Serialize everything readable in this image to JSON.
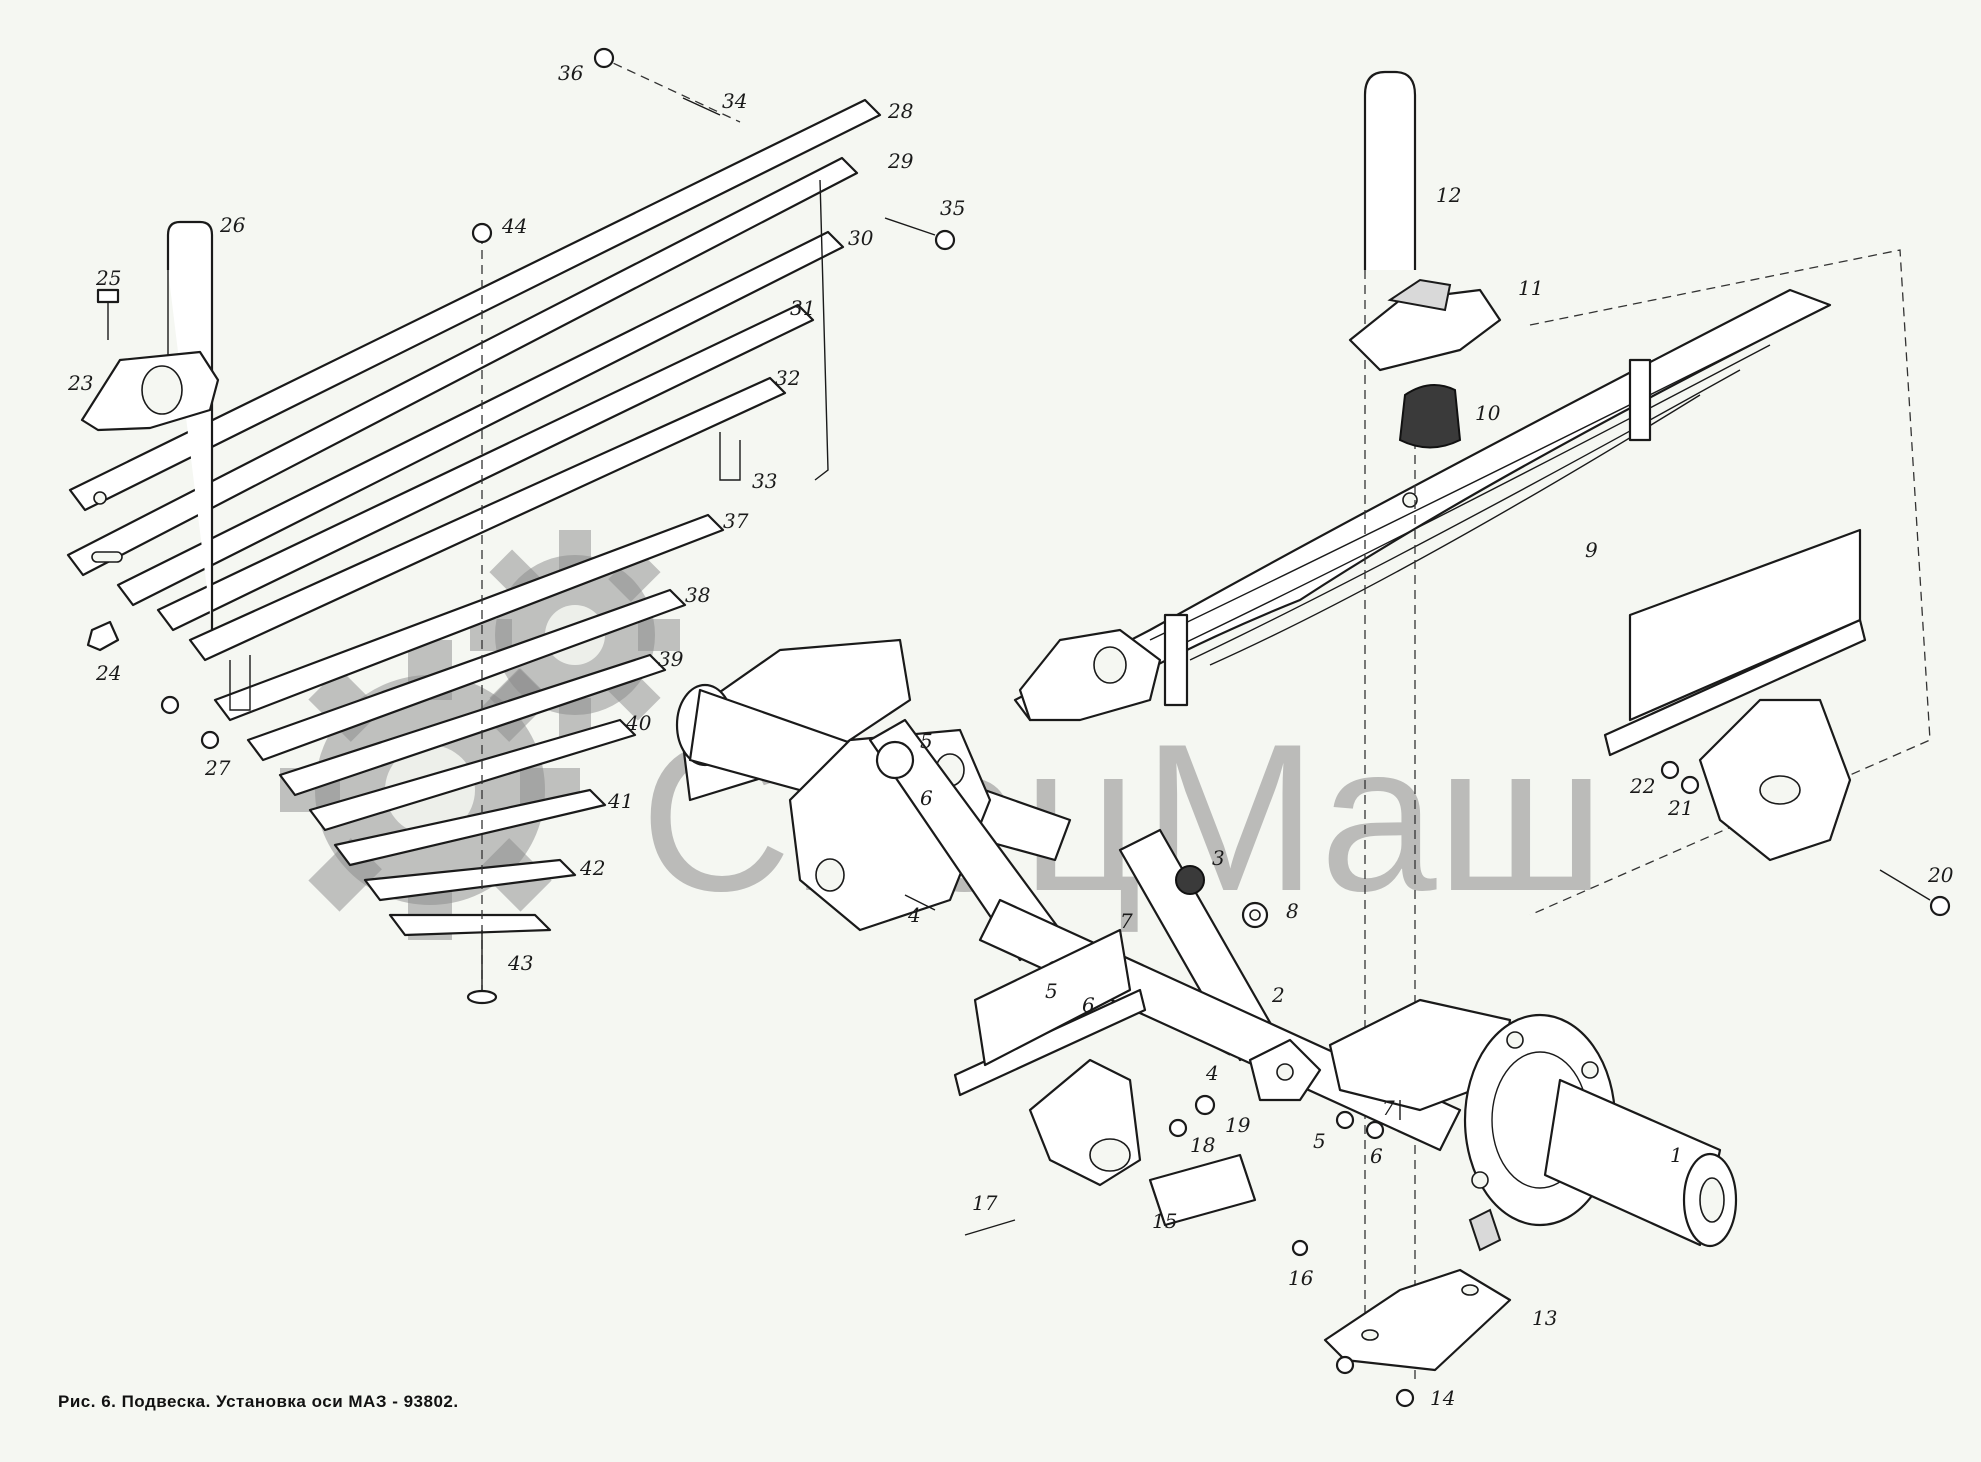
{
  "caption": "Рис. 6. Подвеска. Установка оси МАЗ - 93802.",
  "watermark": "СпецМаш",
  "callouts": {
    "c1": "1",
    "c2": "2",
    "c3": "3",
    "c4a": "4",
    "c4b": "4",
    "c5a": "5",
    "c5b": "5",
    "c5c": "5",
    "c6a": "6",
    "c6b": "6",
    "c6c": "6",
    "c7a": "7",
    "c7b": "7",
    "c8": "8",
    "c9": "9",
    "c10": "10",
    "c11": "11",
    "c12": "12",
    "c13": "13",
    "c14": "14",
    "c15": "15",
    "c16": "16",
    "c17": "17",
    "c18": "18",
    "c19": "19",
    "c20": "20",
    "c21": "21",
    "c22": "22",
    "c23": "23",
    "c24": "24",
    "c25": "25",
    "c26": "26",
    "c27": "27",
    "c28": "28",
    "c29": "29",
    "c30": "30",
    "c31": "31",
    "c32": "32",
    "c33": "33",
    "c34": "34",
    "c35": "35",
    "c36": "36",
    "c37": "37",
    "c38": "38",
    "c39": "39",
    "c40": "40",
    "c41": "41",
    "c42": "42",
    "c43": "43",
    "c44": "44"
  }
}
